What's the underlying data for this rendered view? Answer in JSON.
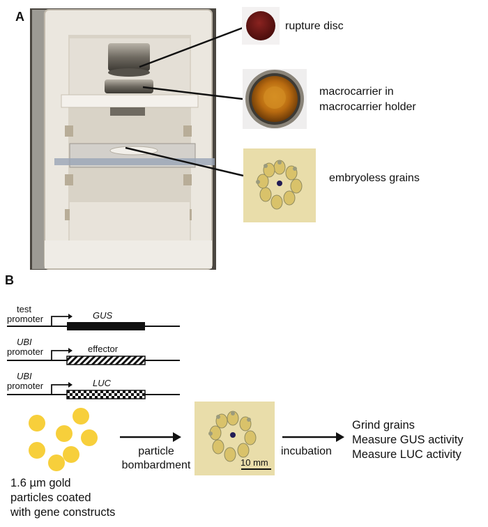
{
  "panels": {
    "a": "A",
    "b": "B"
  },
  "panel_a": {
    "callouts": [
      "rupture disc",
      "macrocarrier in\nmacrocarrier holder",
      "embryoless grains"
    ]
  },
  "panel_b": {
    "constructs": [
      {
        "promoter_top": "test",
        "promoter_bottom": "promoter",
        "gene": "GUS"
      },
      {
        "promoter_top": "UBI",
        "promoter_bottom": "promoter",
        "gene": "effector"
      },
      {
        "promoter_top": "UBI",
        "promoter_bottom": "promoter",
        "gene": "LUC"
      }
    ],
    "particles_caption": "1.6 µm gold\nparticles coated\nwith gene constructs",
    "step1_label": "particle\nbombardment",
    "scale_bar": "10 mm",
    "step2_label": "incubation",
    "outcome": [
      "Grind grains",
      "Measure GUS activity",
      "Measure LUC activity"
    ]
  },
  "colors": {
    "gold": "#f7cf3b",
    "photo_bg": "#e9ddaa",
    "chamber": "#e8e4dc"
  }
}
